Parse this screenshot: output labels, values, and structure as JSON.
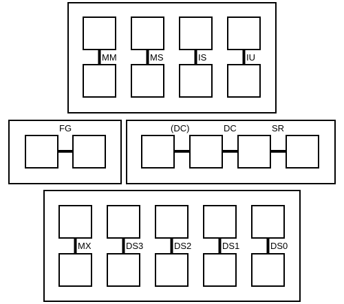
{
  "panels": {
    "top": {
      "pairs": [
        {
          "label": "MM"
        },
        {
          "label": "MS"
        },
        {
          "label": "IS"
        },
        {
          "label": "IU"
        }
      ]
    },
    "fg": {
      "label": "FG"
    },
    "dc": {
      "labels": [
        "(DC)",
        "DC",
        "SR"
      ]
    },
    "bottom": {
      "pairs": [
        {
          "label": "MX"
        },
        {
          "label": "DS3"
        },
        {
          "label": "DS2"
        },
        {
          "label": "DS1"
        },
        {
          "label": "DS0"
        }
      ]
    }
  },
  "colors": {
    "stroke": "#000000",
    "fill": "#ffffff"
  }
}
